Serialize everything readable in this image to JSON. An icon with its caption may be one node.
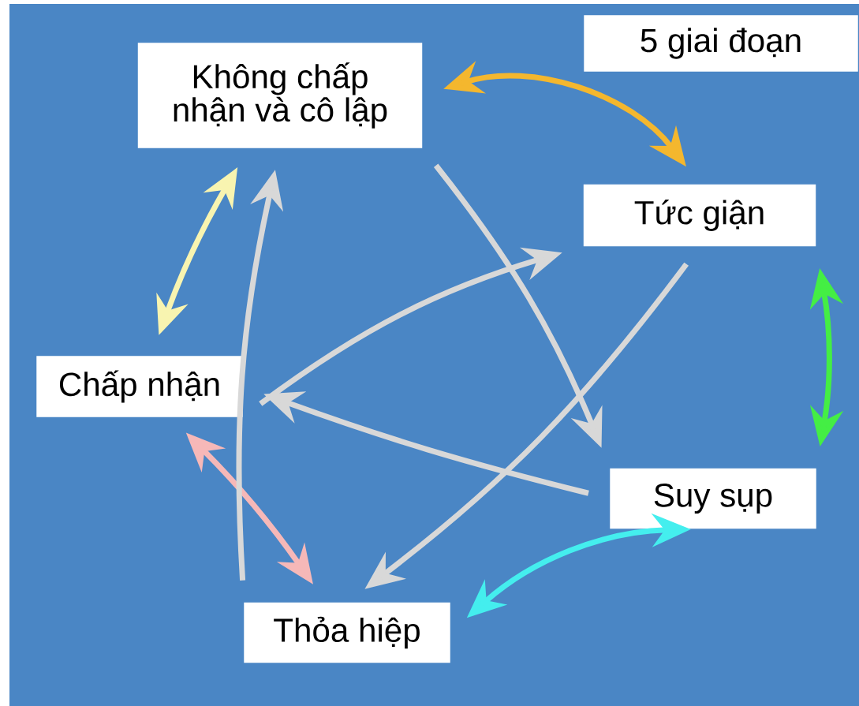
{
  "diagram": {
    "nodes": [
      {
        "text": [
          "Không chấp nhận và cô lập"
        ]
      },
      {
        "text": [
          "Tức giận"
        ]
      },
      {
        "text": [
          "Suy sụp"
        ]
      },
      {
        "text": [
          "Thỏa hiệp"
        ]
      },
      {
        "text": [
          "Chấp nhận"
        ]
      },
      {
        "text": [
          "5 giai đoạn"
        ]
      }
    ],
    "edges": [
      {
        "from": 0,
        "to": 1,
        "arrow": "both",
        "color": "#f4b72e"
      },
      {
        "from": 1,
        "to": 2,
        "arrow": "both",
        "color": "#44ee44"
      },
      {
        "from": 2,
        "to": 3,
        "arrow": "both",
        "color": "#44eeee"
      },
      {
        "from": 3,
        "to": 4,
        "arrow": "both",
        "color": "#f6b8b8"
      },
      {
        "from": 4,
        "to": 0,
        "arrow": "both",
        "color": "#f8f4b0"
      },
      {
        "from": 0,
        "to": 2,
        "arrow": "to",
        "color": "#d8d8d8"
      },
      {
        "from": 2,
        "to": 4,
        "arrow": "to",
        "color": "#d8d8d8"
      },
      {
        "from": 4,
        "to": 1,
        "arrow": "to",
        "color": "#d8d8d8"
      },
      {
        "from": 1,
        "to": 3,
        "arrow": "to",
        "color": "#d8d8d8"
      },
      {
        "from": 3,
        "to": 0,
        "arrow": "to",
        "color": "#d8d8d8"
      }
    ]
  }
}
